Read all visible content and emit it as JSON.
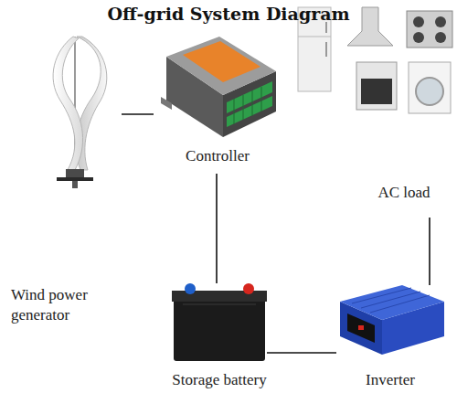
{
  "diagram": {
    "title": "Off-grid System Diagram",
    "nodes": [
      {
        "text": [
          "Wind power generator"
        ]
      },
      {
        "text": [
          "Controller"
        ]
      },
      {
        "text": [
          "AC load"
        ]
      },
      {
        "text": [
          "Storage battery"
        ]
      },
      {
        "text": [
          "Inverter"
        ]
      }
    ],
    "edges": [
      {
        "from": 0,
        "to": 1,
        "arrow": "none"
      },
      {
        "from": 1,
        "to": 3,
        "arrow": "none"
      },
      {
        "from": 3,
        "to": 4,
        "arrow": "none"
      },
      {
        "from": 4,
        "to": 2,
        "arrow": "none"
      }
    ]
  }
}
